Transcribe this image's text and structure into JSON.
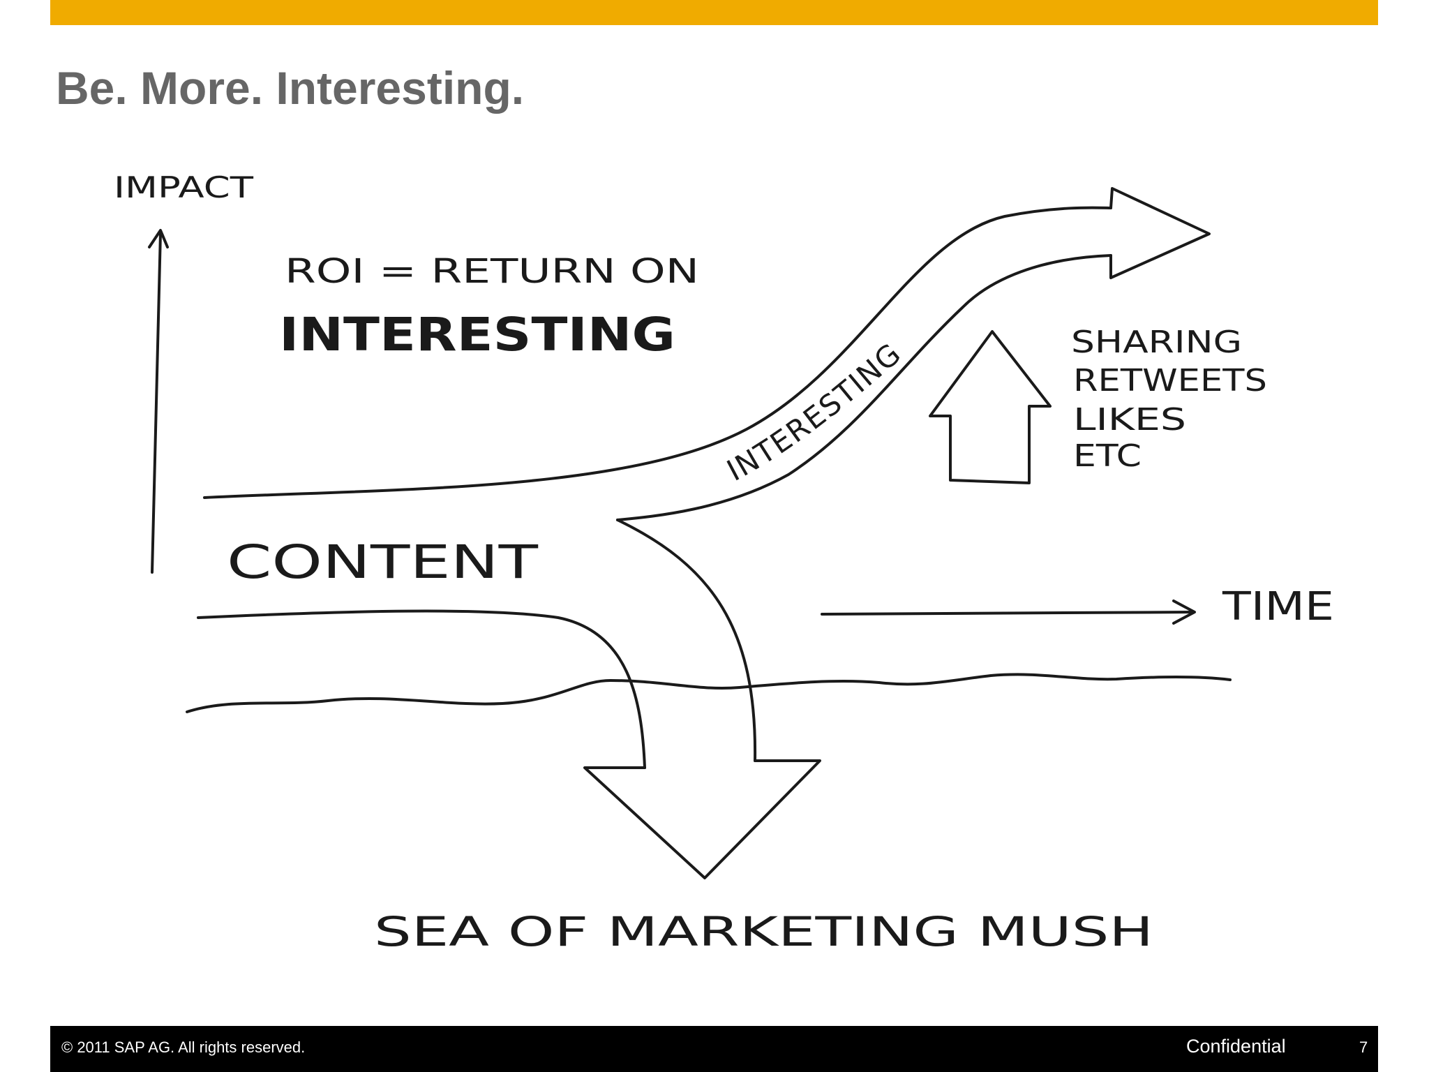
{
  "theme": {
    "accent": "#F0AB00",
    "footer_bg": "#000000",
    "title_color": "#666666",
    "ink": "#1a1a1a"
  },
  "slide": {
    "title": "Be. More. Interesting."
  },
  "sketch": {
    "impact_label": "IMPACT",
    "roi_line1": "ROI = RETURN ON",
    "roi_line2": "INTERESTING",
    "arrow_label": "INTERESTING",
    "content_label": "CONTENT",
    "engagement": [
      "SHARING",
      "RETWEETS",
      "LIKES",
      "ETC"
    ],
    "time_label": "TIME",
    "sea_label": "SEA OF MARKETING MUSH"
  },
  "footer": {
    "copyright": "©  2011 SAP AG. All rights reserved.",
    "confidential": "Confidential",
    "page_number": "7"
  }
}
